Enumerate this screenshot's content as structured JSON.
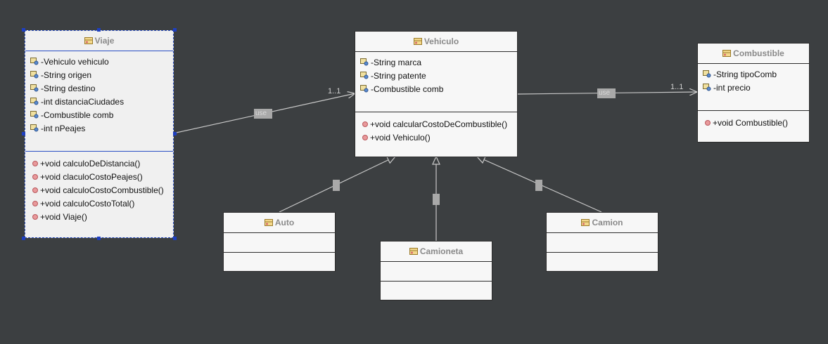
{
  "colors": {
    "background": "#3c3f41",
    "selection": "#2a4fc4",
    "method_dot": "#e8999b",
    "connector": "#c8c8c8"
  },
  "icons": {
    "class": "class-icon",
    "attribute": "field-icon",
    "method": "method-icon"
  },
  "classes": {
    "viaje": {
      "name": "Viaje",
      "attributes": [
        "-Vehiculo vehiculo",
        "-String origen",
        "-String destino",
        "-int distanciaCiudades",
        "-Combustible comb",
        "-int nPeajes"
      ],
      "methods": [
        "+void calculoDeDistancia()",
        "+void claculoCostoPeajes()",
        "+void calculoCostoCombustible()",
        "+void calculoCostoTotal()",
        "+void Viaje()"
      ]
    },
    "vehiculo": {
      "name": "Vehiculo",
      "attributes": [
        "-String marca",
        "-String patente",
        "-Combustible comb"
      ],
      "methods": [
        "+void calcularCostoDeCombustible()",
        "+void Vehiculo()"
      ]
    },
    "combustible": {
      "name": "Combustible",
      "attributes": [
        "-String tipoComb",
        "-int precio"
      ],
      "methods": [
        "+void Combustible()"
      ]
    },
    "auto": {
      "name": "Auto"
    },
    "camioneta": {
      "name": "Camioneta"
    },
    "camion": {
      "name": "Camion"
    }
  },
  "relations": {
    "viaje_vehiculo": {
      "label": "use",
      "multiplicity": "1..1"
    },
    "vehiculo_combustible": {
      "label": "use",
      "multiplicity": "1..1"
    }
  }
}
